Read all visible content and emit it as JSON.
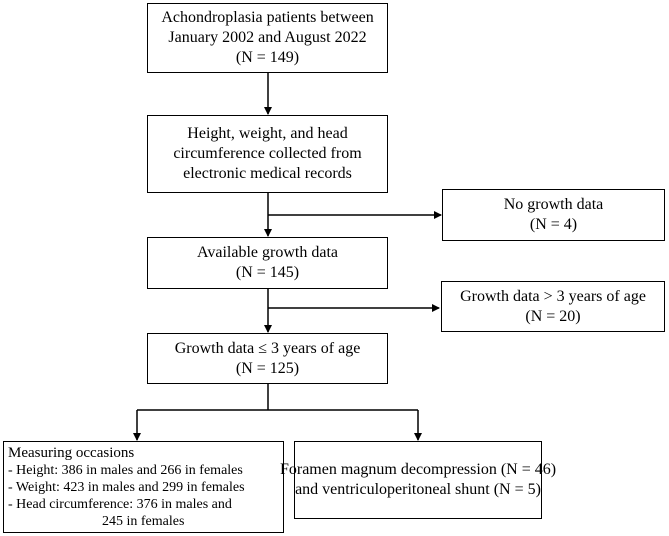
{
  "boxes": {
    "patients": {
      "line1": "Achondroplasia patients between",
      "line2": "January 2002 and August 2022",
      "line3": "(N = 149)"
    },
    "collected": {
      "line1": "Height, weight, and head",
      "line2": "circumference collected from",
      "line3": "electronic medical records"
    },
    "no_growth": {
      "line1": "No growth data",
      "line2": "(N = 4)"
    },
    "available": {
      "line1": "Available growth data",
      "line2": "(N = 145)"
    },
    "over3": {
      "line1": "Growth data > 3 years of age",
      "line2": "(N = 20)"
    },
    "under3": {
      "line1": "Growth data ≤ 3 years of age",
      "line2": "(N = 125)"
    },
    "measuring": {
      "line1": "Measuring occasions",
      "line2": "- Height: 386 in males and 266 in females",
      "line3": "- Weight: 423 in males and 299 in females",
      "line4": "- Head circumference: 376 in males and",
      "line5": "245 in females"
    },
    "surgery": {
      "line1": "Foramen magnum decompression (N = 46)",
      "line2": "and ventriculoperitoneal shunt (N = 5)"
    }
  }
}
